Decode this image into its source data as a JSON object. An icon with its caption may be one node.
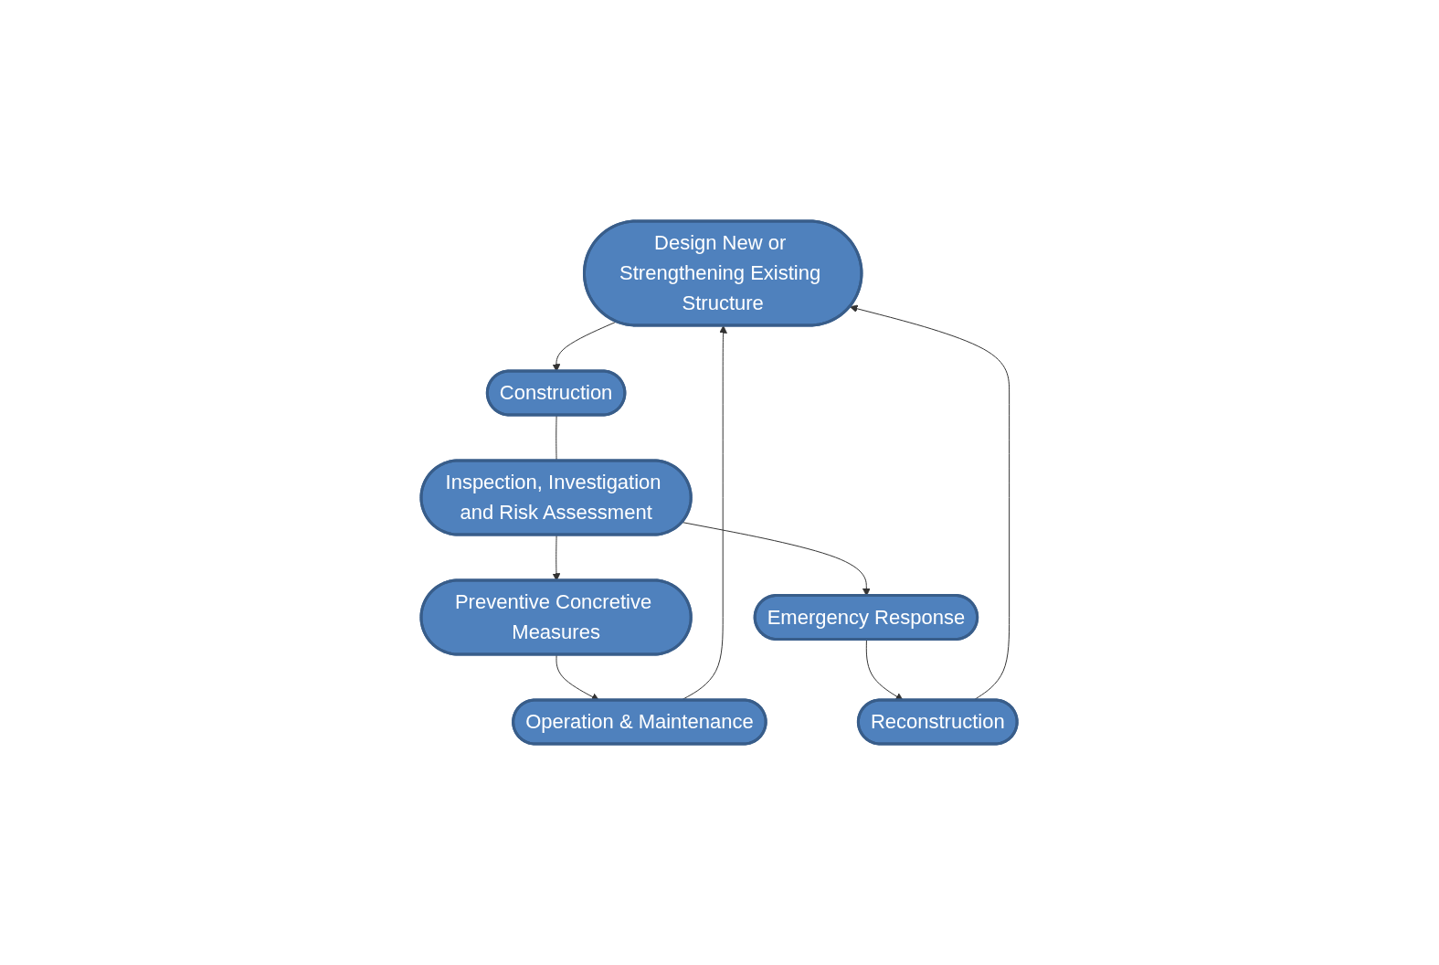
{
  "diagram": {
    "nodes": [
      {
        "text": [
          "Design New or Strengthening Existing Structure"
        ]
      },
      {
        "text": [
          "Construction"
        ]
      },
      {
        "text": [
          "Inspection, Investigation and Risk Assessment"
        ]
      },
      {
        "text": [
          "Operation & Maintenance"
        ]
      },
      {
        "text": [
          "Preventive Concretive Measures"
        ]
      },
      {
        "text": [
          "Reconstruction"
        ]
      },
      {
        "text": [
          "Emergency Response"
        ]
      }
    ],
    "edges": [
      {
        "from": 0,
        "to": 1,
        "arrow": "to"
      },
      {
        "from": 1,
        "to": 2,
        "arrow": "none"
      },
      {
        "from": 2,
        "to": 4,
        "arrow": "to"
      },
      {
        "from": 4,
        "to": 3,
        "arrow": "to"
      },
      {
        "from": 3,
        "to": 0,
        "arrow": "to"
      },
      {
        "from": 2,
        "to": 6,
        "arrow": "to"
      },
      {
        "from": 6,
        "to": 5,
        "arrow": "to"
      },
      {
        "from": 5,
        "to": 0,
        "arrow": "to"
      }
    ]
  }
}
